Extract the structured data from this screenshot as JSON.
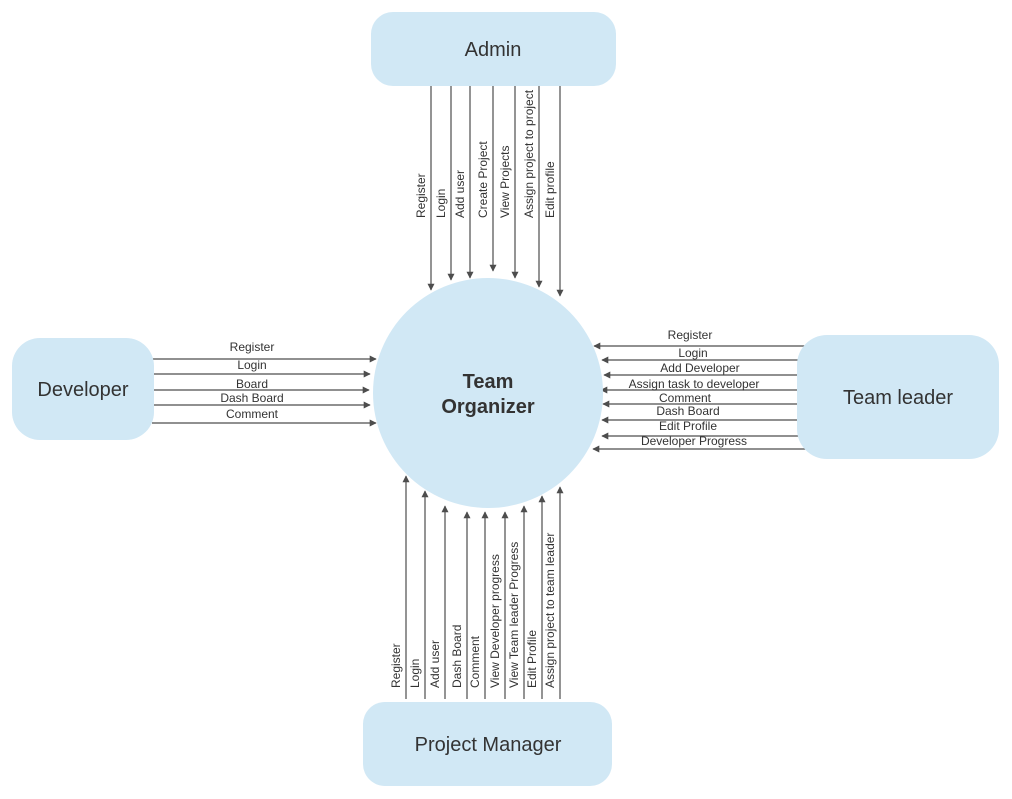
{
  "center": {
    "line1": "Team",
    "line2": "Organizer"
  },
  "entities": {
    "admin": "Admin",
    "developer": "Developer",
    "team_leader": "Team leader",
    "project_manager": "Project Manager"
  },
  "flows": {
    "admin": [
      "Register",
      "Login",
      "Add user",
      "Create Project",
      "View Projects",
      "Assign project to project manager",
      "Edit profile"
    ],
    "developer": [
      "Register",
      "Login",
      "Board",
      "Dash Board",
      "Comment"
    ],
    "team_leader": [
      "Register",
      "Login",
      "Add Developer",
      "Assign task to developer",
      "Comment",
      "Dash Board",
      "Edit Profile",
      "Developer Progress"
    ],
    "project_manager": [
      "Register",
      "Login",
      "Add user",
      "Dash Board",
      "Comment",
      "View Developer progress",
      "View Team leader Progress",
      "Edit Profile",
      "Assign project to team leader"
    ]
  },
  "colors": {
    "entity_fill": "#d1e8f5",
    "line": "#4d4d4d",
    "text": "#333333"
  }
}
